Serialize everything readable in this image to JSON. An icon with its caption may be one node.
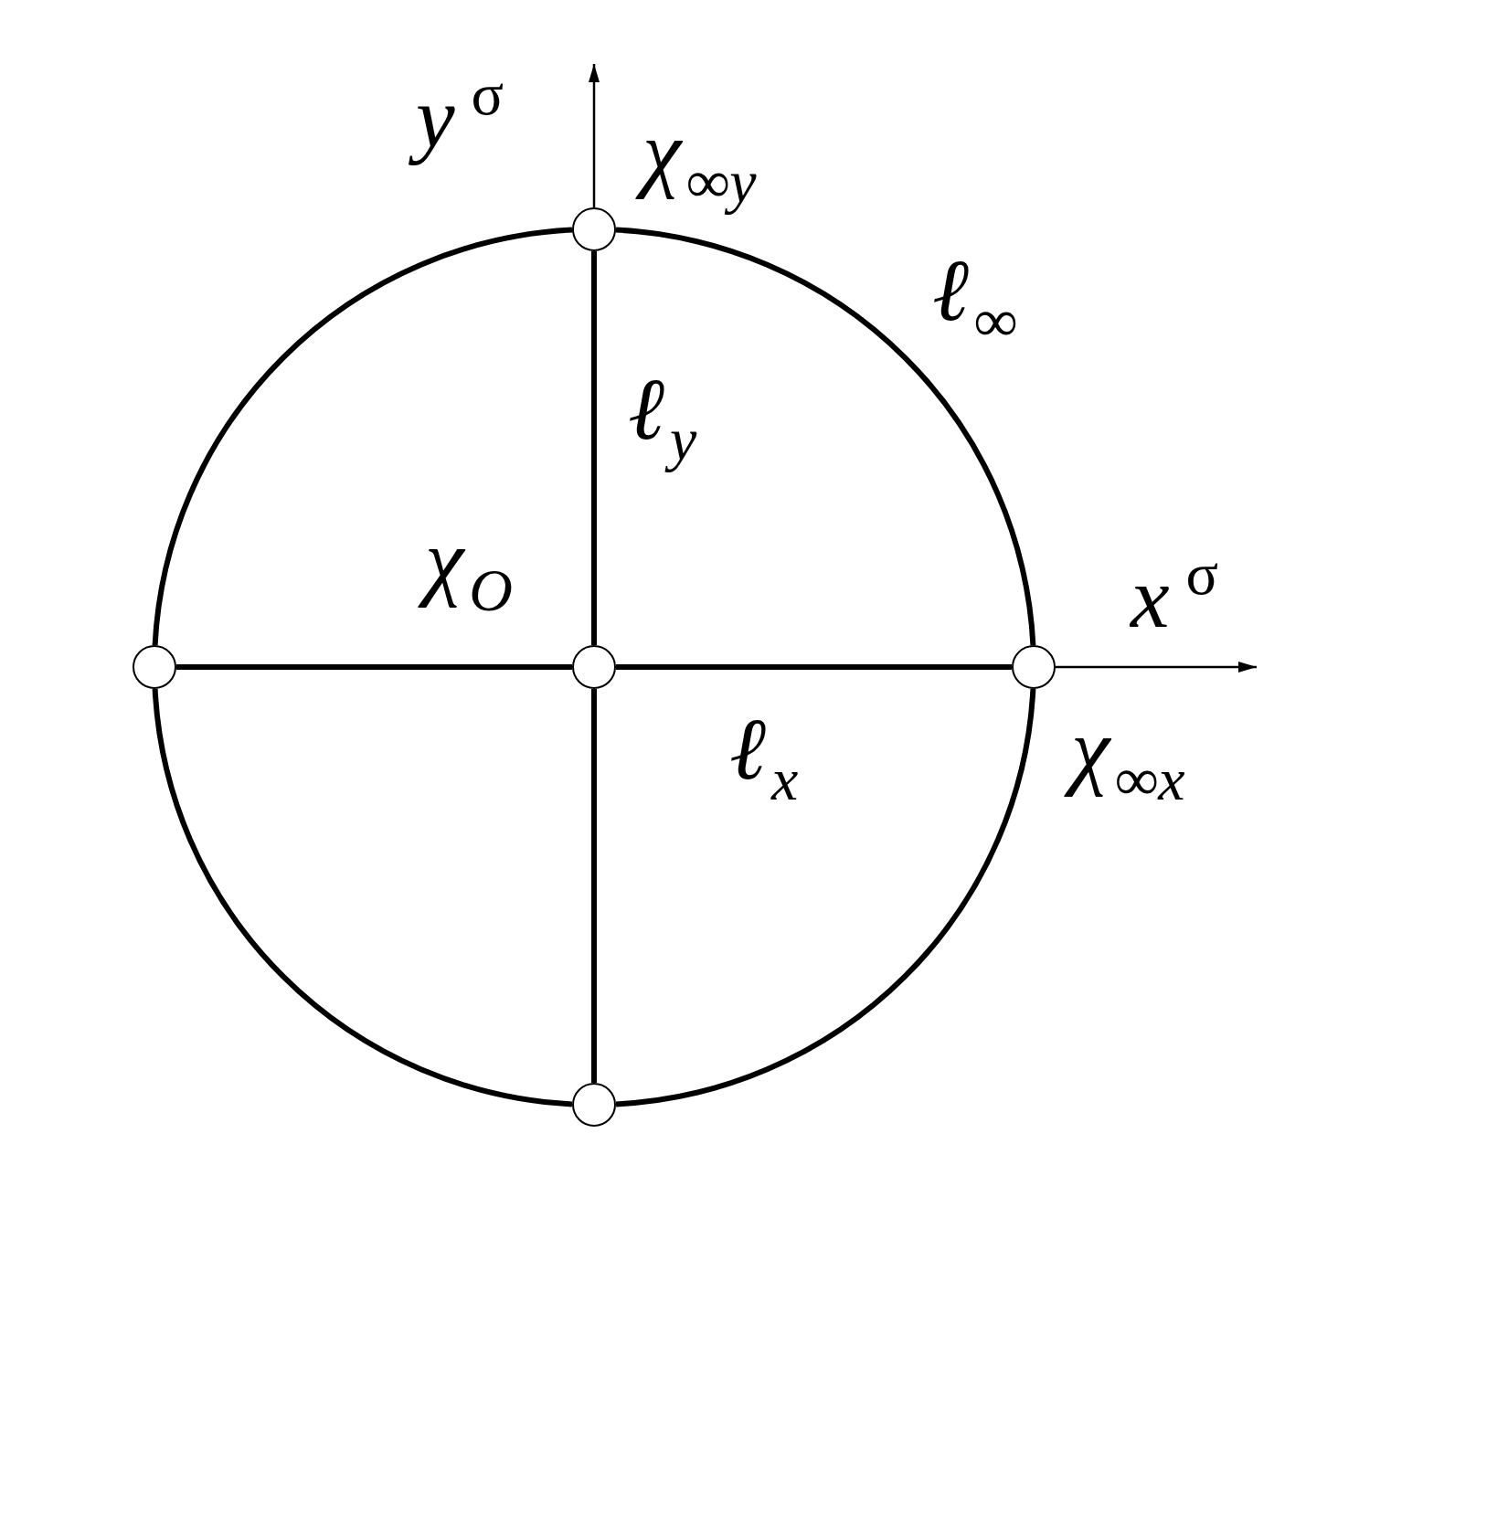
{
  "diagram": {
    "nodes": [
      {
        "text": [],
        "shape": "circle",
        "beside": [
          "χ$_{∞y}$"
        ]
      },
      {
        "text": [],
        "shape": "circle"
      },
      {
        "text": [],
        "shape": "circle",
        "beside": [
          "χ$_{O}$"
        ]
      },
      {
        "text": [],
        "shape": "circle",
        "beside": [
          "χ$_{∞x}$"
        ]
      },
      {
        "text": [],
        "shape": "circle"
      }
    ],
    "edges": [
      {
        "from": 0,
        "to": 2,
        "arrow": "none",
        "label": "ℓ$_{y}$"
      },
      {
        "from": 1,
        "to": 2,
        "arrow": "none"
      },
      {
        "from": 2,
        "to": 3,
        "arrow": "none",
        "label": "ℓ$_{x}$"
      },
      {
        "from": 2,
        "to": 4,
        "arrow": "none"
      },
      {
        "from": 0,
        "to": 3,
        "arrow": "none",
        "label": "ℓ$_{∞}$"
      },
      {
        "from": 3,
        "to": 4,
        "arrow": "none"
      },
      {
        "from": 4,
        "to": 1,
        "arrow": "none"
      },
      {
        "from": 1,
        "to": 0,
        "arrow": "none"
      }
    ],
    "labels": [
      "y$^{σ}$",
      "x$^{σ}$"
    ]
  }
}
